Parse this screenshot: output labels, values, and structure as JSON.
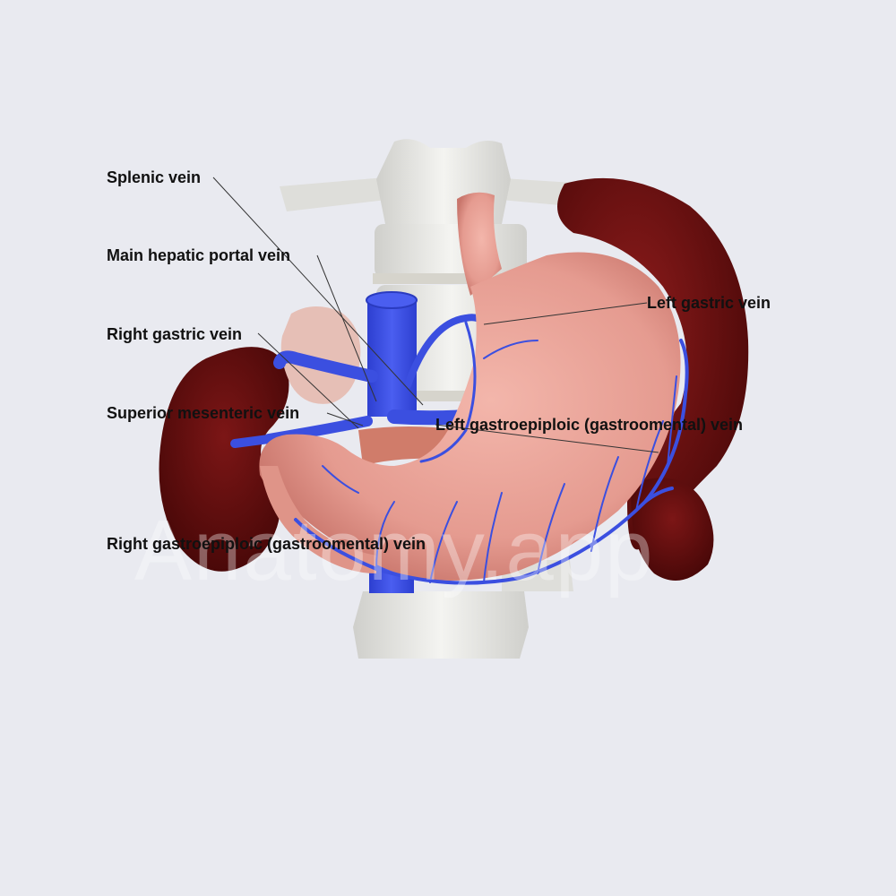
{
  "colors": {
    "background": "#e9eaf0",
    "vein": "#3b4fe0",
    "stomach": "#eaa39a",
    "spleen": "#6e1212",
    "kidney": "#5a0e0e",
    "bone": "#e8e8e4",
    "pancreas": "#d78a7a",
    "label_line": "#333333"
  },
  "labels": {
    "splenic_vein": "Splenic vein",
    "main_hepatic_portal_vein": "Main hepatic portal vein",
    "right_gastric_vein": "Right gastric vein",
    "superior_mesenteric_vein": "Superior mesenteric vein",
    "right_gastroepiploic_vein": "Right gastroepiploic (gastroomental) vein",
    "left_gastric_vein": "Left gastric vein",
    "left_gastroepiploic_vein": "Left gastroepiploic (gastroomental) vein"
  },
  "watermark": "Anatomy.app"
}
